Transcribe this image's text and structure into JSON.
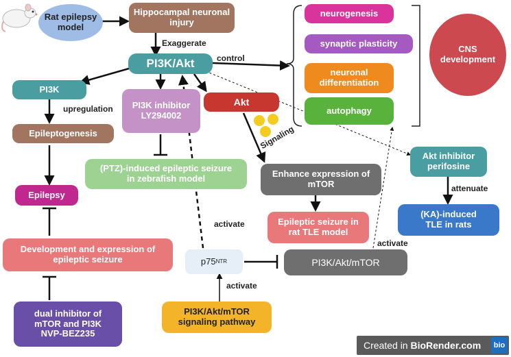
{
  "nodes": {
    "rat_model": "Rat epilepsy model",
    "hippocampal": "Hippocampal neuronal injury",
    "pi3k_akt": "PI3K/Akt",
    "pi3k": "PI3K",
    "pi3k_inhibitor": "PI3K inhibitor LY294002",
    "akt": "Akt",
    "epileptogenesis": "Epileptogenesis",
    "ptz_seizure": "(PTZ)-induced epileptic seizure in zebrafish model",
    "enhance_mtor": "Enhance expression of mTOR",
    "epilepsy": "Epilepsy",
    "development_expression": "Development and expression of epileptic seizure",
    "epileptic_seizure_tle": "Epileptic seizure in rat TLE model",
    "p75": "p75",
    "p75_sup": "NTR",
    "pi3k_akt_mtor": "PI3K/Akt/mTOR",
    "pathway": "PI3K/Akt/mTOR signaling pathway",
    "dual_inhibitor": "dual inhibitor of mTOR and PI3K NVP-BEZ235",
    "akt_inhibitor": "Akt inhibitor perifosine",
    "ka_tle": "(KA)-induced TLE in rats",
    "neurogenesis": "neurogenesis",
    "synaptic_plasticity": "synaptic plasticity",
    "neuronal_differentiation": "neuronal differentiation",
    "autophagy": "autophagy",
    "cns_development": "CNS development"
  },
  "edge_labels": {
    "exaggerate": "Exaggerate",
    "control": "control",
    "upregulation": "upregulation",
    "signaling": "Signaling",
    "activate_p75": "activate",
    "activate_pathway": "activate",
    "activate_mtor": "activate",
    "attenuate": "attenuate"
  },
  "watermark": {
    "prefix": "Created in ",
    "brand": "BioRender.com",
    "logo": "bio"
  },
  "colors": {
    "brown": "#a17560",
    "teal": "#4a9da0",
    "purple_light": "#c592c8",
    "red": "#c7362f",
    "green_light": "#9ed292",
    "gray_dark": "#6f6f6f",
    "magenta": "#c0288f",
    "salmon": "#e8787a",
    "navy_purple": "#6a4fa8",
    "yellow_orange": "#f3b42a",
    "blue": "#3a78c9",
    "pink": "#d8349c",
    "violet": "#a45ac0",
    "orange": "#ef8a1f",
    "green": "#58b23c",
    "crimson": "#cc4950",
    "rat_blue": "#9fbce6",
    "p75_bg": "#e6eef8"
  }
}
